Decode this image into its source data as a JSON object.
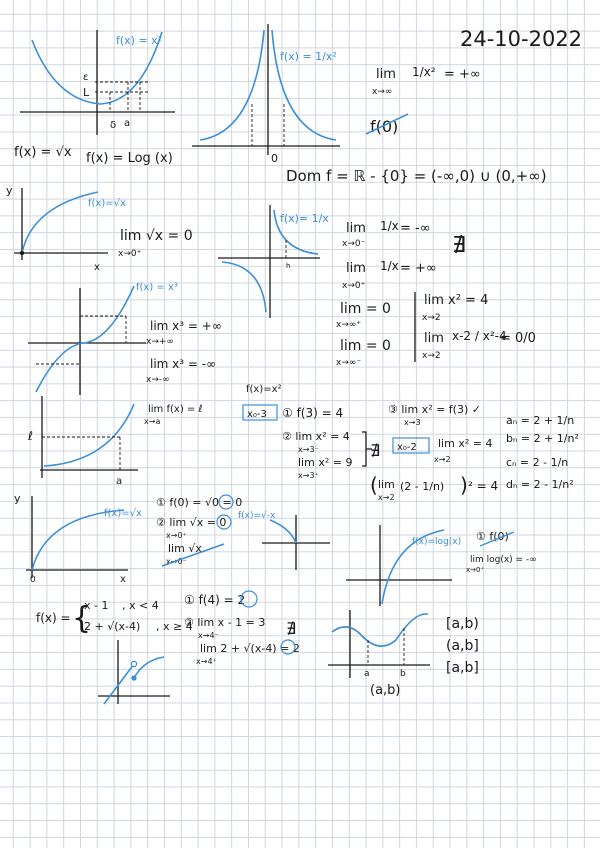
{
  "date": "24-10-2022",
  "colors": {
    "ink": "#1a1a1a",
    "blue": "#3b8fd9",
    "grid": "#cfd6e0"
  },
  "g1": {
    "label": "f(x) = x²",
    "eps": "ε",
    "L": "L",
    "delta": "δ",
    "a": "a"
  },
  "g2": {
    "label": "f(x) = 1/x²",
    "zero": "0"
  },
  "lim_inf": {
    "lim": "lim",
    "sub": "x→∞",
    "expr": "1/x²",
    "res": "= +∞"
  },
  "f0": "f(0)",
  "fsqrt_label": "f(x) = √x",
  "flog_label": "f(x) = Log (x)",
  "dom": "Dom f = ℝ - {0} = (-∞,0) ∪ (0,+∞)",
  "g3": {
    "label": "f(x)=√x",
    "y": "y",
    "x": "x"
  },
  "lim_sqrt": {
    "lim": "lim √x = 0",
    "sub": "x→0⁺"
  },
  "g4": {
    "label": "f(x)= 1/x",
    "tick": "h"
  },
  "lim_recip": [
    {
      "lim": "lim",
      "sub": "x→0⁻",
      "expr": "1/x",
      "res": "= -∞"
    },
    {
      "lim": "lim",
      "sub": "x→0⁺",
      "expr": "1/x",
      "res": "= +∞"
    }
  ],
  "dne": "∄",
  "g5": {
    "label": "f(x) = x³"
  },
  "lim_cube": [
    {
      "lim": "lim x³ = +∞",
      "sub": "x→+∞"
    },
    {
      "lim": "lim x³ = -∞",
      "sub": "x→-∞"
    }
  ],
  "lim_zero": [
    {
      "lim": "lim = 0",
      "sub": "x→∞⁺"
    },
    {
      "lim": "lim = 0",
      "sub": "x→∞⁻"
    }
  ],
  "lim_x2": {
    "lim": "lim x² = 4",
    "sub": "x→2"
  },
  "lim_frac": {
    "lim": "lim",
    "sub": "x→2",
    "expr": "x-2 / x²-4",
    "res": "= 0/0"
  },
  "g6": {
    "lim": "lim f(x) = ℓ",
    "sub": "x→a",
    "l": "ℓ",
    "a": "a"
  },
  "fx2_title": "f(x)=x²",
  "x0_3": "x₀-3",
  "step1": "① f(3) = 4",
  "step2": [
    {
      "lim": "② lim x² = 4",
      "sub": "x→3⁻"
    },
    {
      "lim": "lim x² = 9",
      "sub": "x→3⁺"
    }
  ],
  "step3": {
    "lim": "③ lim x² = f(3) ✓",
    "sub": "x→3"
  },
  "x0_2": "x₀-2",
  "lim_x2b": {
    "lim": "lim x² = 4",
    "sub": "x→2"
  },
  "paren": {
    "lim": "lim",
    "sub": "x→2",
    "expr": "(2 - 1/n)",
    "res": "² = 4"
  },
  "seq": [
    "aₙ = 2 + 1/n",
    "bₙ = 2 + 1/n²",
    "cₙ = 2 - 1/n",
    "dₙ = 2 - 1/n²"
  ],
  "g7": {
    "label": "f(x)=√x",
    "y": "y",
    "x": "x",
    "zero": "0"
  },
  "sq_steps": [
    {
      "text": "① f(0) = √0 = 0"
    },
    {
      "text": "② lim √x = 0",
      "sub": "x→0⁺"
    },
    {
      "text": "lim √x",
      "sub": "x→0⁻"
    }
  ],
  "sq_side_label": "f(x)=√-x",
  "g_log": {
    "label": "f(x)=log(x)"
  },
  "log_steps": [
    {
      "text": "① f(0)"
    },
    {
      "text": "lim log(x) = -∞",
      "sub": "x→0⁺"
    }
  ],
  "piece": {
    "fx": "f(x) =",
    "r1": "x - 1",
    "c1": ", x < 4",
    "r2": "2 + √(x-4)",
    "c2": ", x ≥ 4"
  },
  "piece_steps": [
    {
      "text": "① f(4) = 2"
    },
    {
      "text": "② lim x - 1 = 3",
      "sub": "x→4⁻"
    },
    {
      "text": "lim 2 + √(x-4) = 2",
      "sub": "x→4⁺"
    }
  ],
  "g_int": {
    "a": "a",
    "b": "b",
    "ab": "(a,b)"
  },
  "intervals": [
    "[a,b)",
    "(a,b]",
    "[a,b]"
  ]
}
